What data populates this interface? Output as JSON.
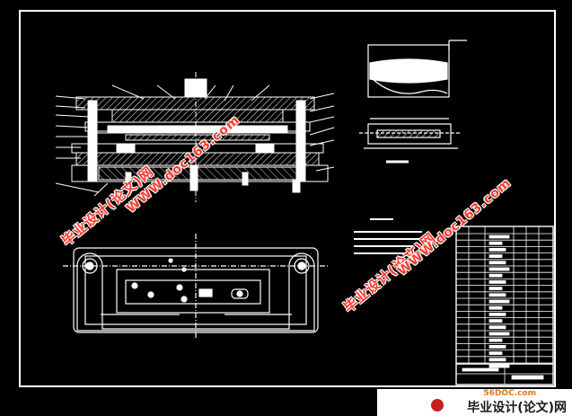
{
  "watermarks": {
    "cn_text": "毕业设计(论文)网",
    "url_text": "WWW.doc163.com"
  },
  "brand": {
    "site": "56DOC.com",
    "cn": "毕业设计(论文)网"
  },
  "colors": {
    "background": "#000000",
    "lines": "#ffffff",
    "watermark": "#ff3b2f",
    "brand_orange": "#e0781c"
  }
}
